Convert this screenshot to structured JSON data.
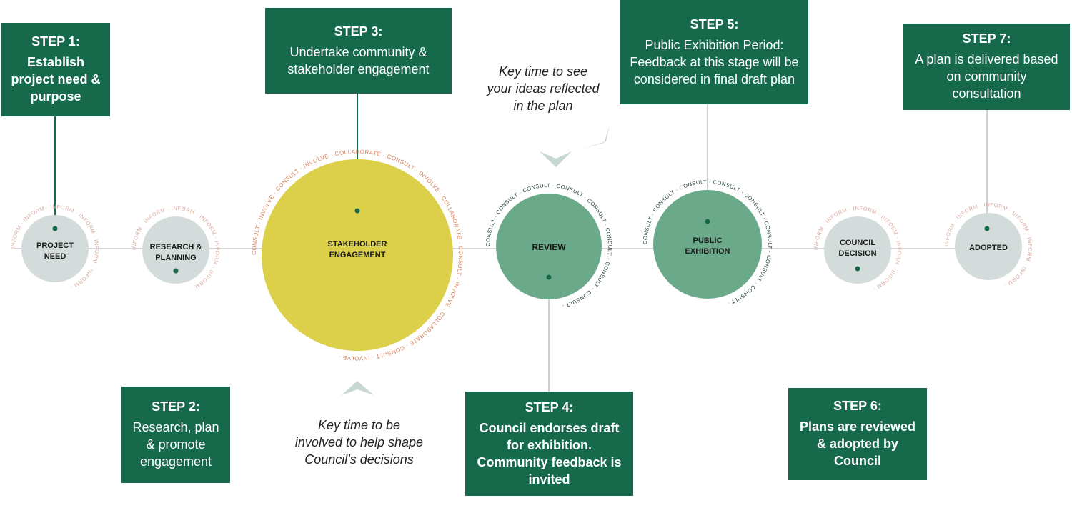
{
  "colors": {
    "green": "#17694c",
    "mid_green": "#6aaa8a",
    "yellow": "#dccf4a",
    "grey_circle": "#d3dcdb",
    "orange_text": "#d8805a",
    "grey_text": "#d9a9a0"
  },
  "steps": [
    {
      "title": "STEP 1:",
      "body": "Establish project need & purpose"
    },
    {
      "title": "STEP 2:",
      "body": "Research, plan & promote engagement"
    },
    {
      "title": "STEP 3:",
      "body": "Undertake community & stakeholder engagement"
    },
    {
      "title": "STEP 4:",
      "body": "Council endorses draft for exhibition. Community feedback is invited"
    },
    {
      "title": "STEP 5:",
      "body": "Public Exhibition Period: Feedback at this stage will be considered in final draft plan"
    },
    {
      "title": "STEP 6:",
      "body": "Plans are reviewed & adopted by Council"
    },
    {
      "title": "STEP 7:",
      "body": "A plan is delivered based on community consultation"
    }
  ],
  "stages": [
    {
      "line1": "PROJECT",
      "line2": "NEED"
    },
    {
      "line1": "RESEARCH &",
      "line2": "PLANNING"
    },
    {
      "line1": "STAKEHOLDER",
      "line2": "ENGAGEMENT"
    },
    {
      "line1": "REVIEW",
      "line2": ""
    },
    {
      "line1": "PUBLIC",
      "line2": "EXHIBITION"
    },
    {
      "line1": "COUNCIL",
      "line2": "DECISION"
    },
    {
      "line1": "ADOPTED",
      "line2": ""
    }
  ],
  "rings": {
    "inform": "INFORM · INFORM · INFORM · INFORM · INFORM · INFORM ·",
    "engage": "CONSULT · INVOLVE · CONSULT · INVOLVE · COLLABORATE · CONSULT · INVOLVE · COLLABORATE · CONSULT · INVOLVE · COLLABORATE · CONSULT · INVOLVE ·",
    "consult": "CONSULT · CONSULT · CONSULT · CONSULT · CONSULT · CONSULT · CONSULT · CONSULT ·"
  },
  "notes": {
    "top": "Key time to see your ideas reflected in the plan",
    "bottom": "Key time to be involved to help shape Council's decisions"
  }
}
